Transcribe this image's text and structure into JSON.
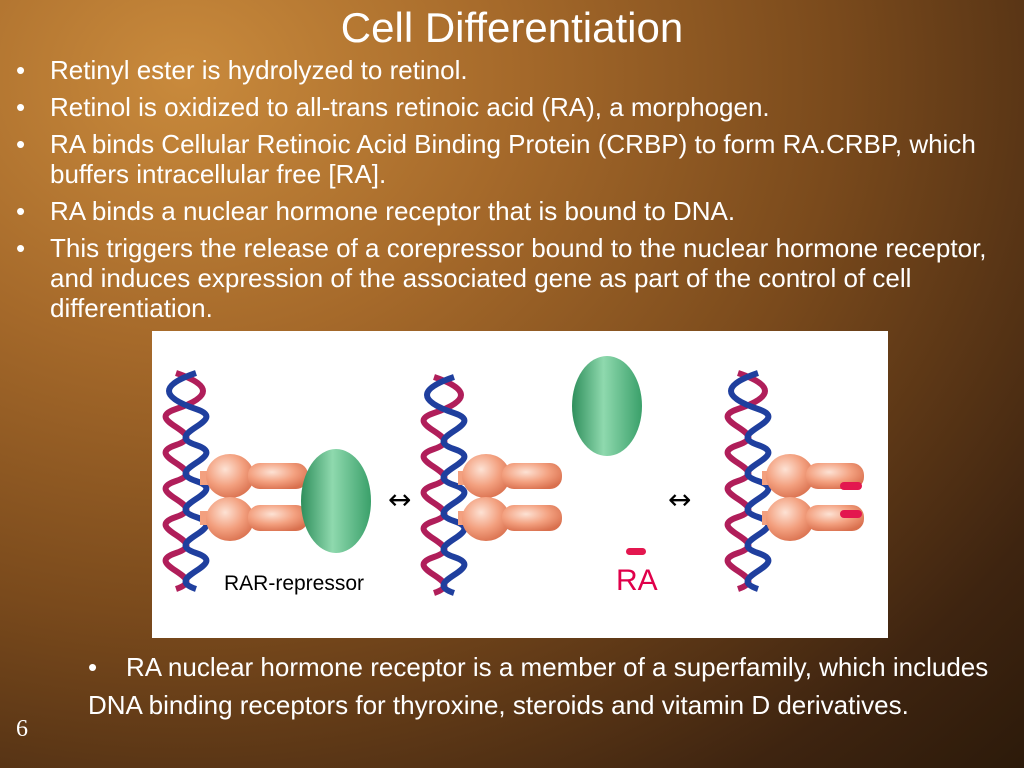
{
  "slide": {
    "title": "Cell Differentiation",
    "bullets": [
      "Retinyl ester is hydrolyzed to retinol.",
      "Retinol is oxidized to all-trans retinoic acid (RA), a morphogen.",
      "RA binds Cellular Retinoic Acid Binding Protein (CRBP) to form RA.CRBP, which buffers intracellular free [RA].",
      "RA binds a nuclear hormone receptor that is bound to DNA.",
      "This triggers the release of a corepressor bound to the nuclear hormone receptor, and induces expression of the associated gene as part of the control of cell differentiation."
    ],
    "figure": {
      "label_repressor": "RAR-repressor",
      "label_ra": "RA",
      "arrow_1": "↔",
      "arrow_2": "↔"
    },
    "note_bullet": "•",
    "note": "RA nuclear hormone receptor is a member of a superfamily, which includes DNA binding receptors for thyroxine, steroids and vitamin D derivatives.",
    "page_number": "6"
  },
  "colors": {
    "dna_strand_a": "#b01e5a",
    "dna_strand_b": "#1f3f9e",
    "receptor": "#f3a07f",
    "repressor": "#56b982",
    "ra_ligand": "#e3174f"
  }
}
